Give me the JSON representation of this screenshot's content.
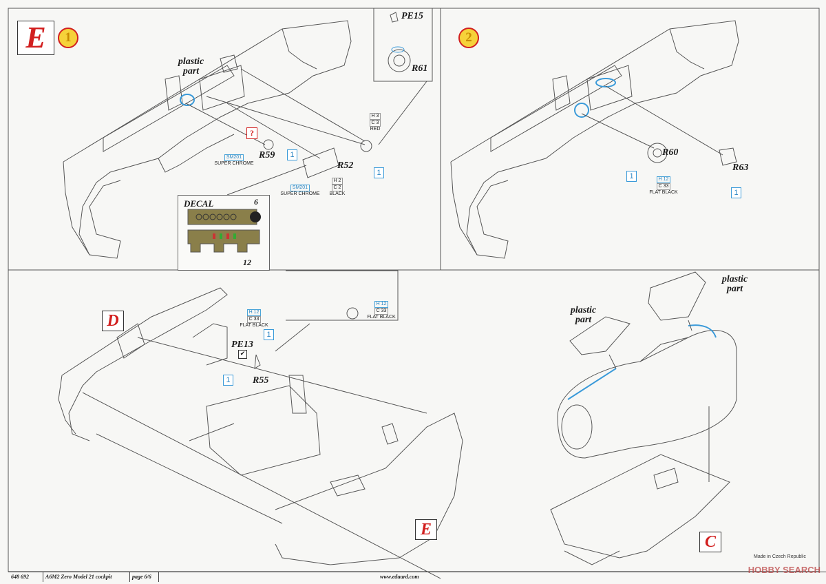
{
  "panels": {
    "top_left": {
      "section_letter": "E",
      "step_number": "1",
      "plastic_part_label": "plastic\npart",
      "parts": [
        "PE15",
        "R61",
        "R59",
        "R52"
      ],
      "question_mark": "?",
      "paints": [
        {
          "code": "H 3",
          "c": "C 3",
          "name": "RED"
        },
        {
          "code": "SM201",
          "name": "SUPER CHROME"
        },
        {
          "code": "SM201",
          "name": "SUPER CHROME"
        },
        {
          "code": "H 2",
          "c": "C 2",
          "name": "BLACK"
        }
      ],
      "quantities": [
        "1",
        "1"
      ],
      "decal": {
        "title": "DECAL",
        "num_top": "6",
        "num_bottom": "12"
      }
    },
    "top_right": {
      "step_number": "2",
      "parts": [
        "R60",
        "R63"
      ],
      "paint": {
        "code": "H 12",
        "c": "C 33",
        "name": "FLAT BLACK"
      },
      "quantities": [
        "1",
        "1"
      ]
    },
    "bottom_left": {
      "letters": [
        "D",
        "E"
      ],
      "parts": [
        "PE13",
        "R55"
      ],
      "paints": [
        {
          "code": "H 12",
          "c": "C 33",
          "name": "FLAT BLACK"
        },
        {
          "code": "H 12",
          "c": "C 33",
          "name": "FLAT BLACK"
        }
      ],
      "quantities": [
        "1",
        "1"
      ],
      "check_mark": "✔"
    },
    "bottom_right": {
      "plastic_a": "plastic\npart",
      "plastic_b": "plastic\npart",
      "letter": "C",
      "made_in": "Made in Czech Republic"
    }
  },
  "footer": {
    "kit_number": "648 692",
    "kit_name": "A6M2 Zero Model 21 cockpit",
    "page": "page 6/6",
    "website": "www.eduard.com"
  },
  "watermark": "HOBBY SEARCH",
  "colors": {
    "accent_red": "#d21f1f",
    "paint_blue": "#2b86c4",
    "step_yellow": "#f6d23a",
    "line": "#555555"
  }
}
